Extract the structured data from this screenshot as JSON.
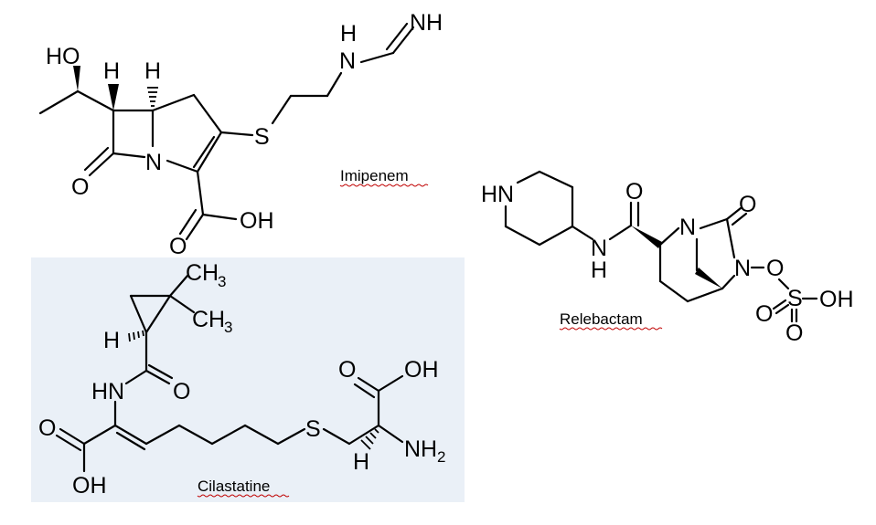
{
  "colors": {
    "background": "#ffffff",
    "panel": "#eaf0f7",
    "bond": "#000000",
    "spellcheck_underline": "#c00000"
  },
  "labels": {
    "imipenem": "Imipenem",
    "relebactam": "Relebactam",
    "cilastatine": "Cilastatine"
  },
  "atoms": {
    "HO": "HO",
    "H": "H",
    "O": "O",
    "N": "N",
    "S": "S",
    "OH": "OH",
    "NH": "NH",
    "HN": "HN",
    "NH2": "NH",
    "sub2": "2",
    "CH3": "CH",
    "sub3": "3",
    "Hdash": "H"
  }
}
